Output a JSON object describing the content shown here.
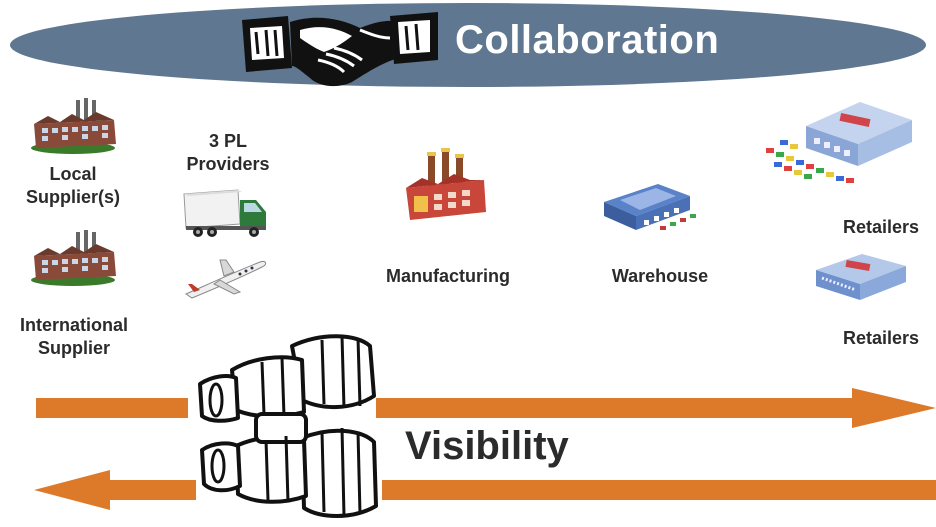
{
  "header": {
    "title": "Collaboration"
  },
  "nodes": {
    "local_supplier": [
      "Local",
      "Supplier(s)"
    ],
    "international_supplier": [
      "International",
      "Supplier"
    ],
    "third_party_logistics": [
      "3 PL",
      "Providers"
    ],
    "manufacturing": "Manufacturing",
    "warehouse": "Warehouse",
    "retailers_top": "Retailers",
    "retailers_bottom": "Retailers"
  },
  "footer": {
    "label": "Visibility"
  },
  "icons": {
    "collaboration": "handshake-icon",
    "local_supplier": "factory-icon",
    "international_supplier": "factory-icon",
    "truck": "truck-icon",
    "plane": "airplane-icon",
    "manufacturing": "factory-icon",
    "warehouse": "warehouse-icon",
    "retailer_top": "retail-store-icon",
    "retailer_bottom": "retail-store-icon",
    "visibility": "binoculars-icon"
  },
  "colors": {
    "banner": "#5f7790",
    "arrow": "#dd7a2a",
    "text": "#2b2b2b",
    "title_text": "#ffffff"
  }
}
